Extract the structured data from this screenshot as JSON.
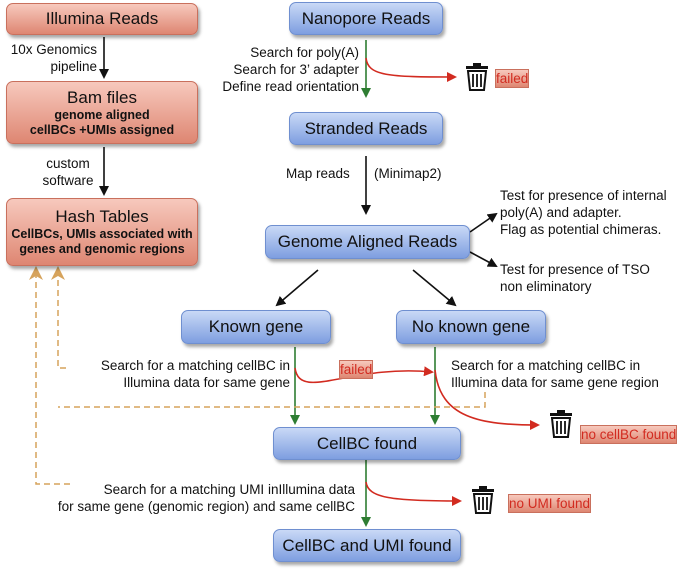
{
  "boxes": {
    "illumina": "Illumina Reads",
    "bam_title": "Bam files",
    "bam_sub1": "genome aligned",
    "bam_sub2": "cellBCs +UMIs assigned",
    "hash_title": "Hash Tables",
    "hash_sub1": "CellBCs, UMIs associated with",
    "hash_sub2": "genes and genomic regions",
    "nanopore": "Nanopore Reads",
    "stranded": "Stranded Reads",
    "genome_aligned": "Genome Aligned Reads",
    "known_gene": "Known gene",
    "no_known_gene": "No known gene",
    "cellbc_found": "CellBC found",
    "cellbc_umi_found": "CellBC and UMI found"
  },
  "labels": {
    "tenx_line1": "10x Genomics",
    "tenx_line2": "pipeline",
    "custom_line1": "custom",
    "custom_line2": "software",
    "polya": "Search for poly(A)",
    "adapter": "Search for 3’ adapter",
    "orientation": "Define read orientation",
    "failed_top": "failed",
    "map_reads": "Map reads",
    "minimap": "(Minimap2)",
    "internal_line1": "Test for presence of internal",
    "internal_line2": "poly(A) and adapter.",
    "internal_line3": "Flag as potential chimeras.",
    "tso_line1": "Test for presence of TSO",
    "tso_line2": "non eliminatory",
    "search_known_line1": "Search for a matching cellBC in",
    "search_known_line2": "Illumina data for same gene",
    "failed_mid": "failed",
    "search_region_line1": "Search for a matching cellBC in",
    "search_region_line2": "Illumina data for same gene region",
    "no_cellbc": "no cellBC found",
    "umi_line1": "Search for a matching UMI inIllumina data",
    "umi_line2": "for same gene (genomic region) and same cellBC",
    "no_umi": "no UMI found"
  },
  "icons": [
    "trash-icon",
    "trash-icon",
    "trash-icon"
  ],
  "colors": {
    "process_box": "#8aa8e6",
    "illumina_box": "#e29280",
    "failure": "#d22b20",
    "success_arrow": "#2e7d32",
    "feedback_dashed": "#d6a35c"
  }
}
